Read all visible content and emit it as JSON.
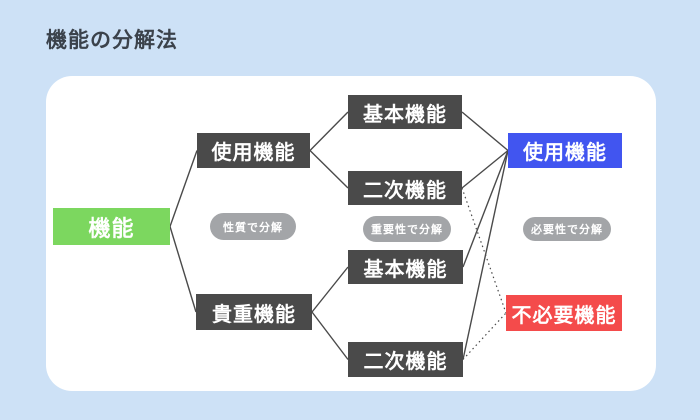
{
  "page": {
    "title": "機能の分解法"
  },
  "colors": {
    "background": "#cde1f6",
    "card": "#ffffff",
    "title_text": "#3b424b",
    "node_dark": "#4a4a4a",
    "node_green": "#7cd75f",
    "node_blue": "#4155f0",
    "node_red": "#f44b4b",
    "pill_gray": "#a3a5a8",
    "edge_line": "#4a4a4a"
  },
  "diagram": {
    "nodes": {
      "root": {
        "label": "機能",
        "color": "#7cd75f"
      },
      "use": {
        "label": "使用機能",
        "color": "#4a4a4a"
      },
      "value": {
        "label": "貴重機能",
        "color": "#4a4a4a"
      },
      "basic_top": {
        "label": "基本機能",
        "color": "#4a4a4a"
      },
      "secondary_top": {
        "label": "二次機能",
        "color": "#4a4a4a"
      },
      "basic_btm": {
        "label": "基本機能",
        "color": "#4a4a4a"
      },
      "secondary_btm": {
        "label": "二次機能",
        "color": "#4a4a4a"
      },
      "use2": {
        "label": "使用機能",
        "color": "#4155f0"
      },
      "unnecessary": {
        "label": "不必要機能",
        "color": "#f44b4b"
      }
    },
    "pills": [
      {
        "text": "性質で分解"
      },
      {
        "text": "重要性で分解"
      },
      {
        "text": "必要性で分解"
      }
    ],
    "edges": [
      {
        "from": "root",
        "to": "use",
        "style": "solid"
      },
      {
        "from": "root",
        "to": "value",
        "style": "solid"
      },
      {
        "from": "use",
        "to": "basic_top",
        "style": "solid"
      },
      {
        "from": "use",
        "to": "secondary_top",
        "style": "solid"
      },
      {
        "from": "value",
        "to": "basic_btm",
        "style": "solid"
      },
      {
        "from": "value",
        "to": "secondary_btm",
        "style": "solid"
      },
      {
        "from": "basic_top",
        "to": "use2",
        "style": "solid"
      },
      {
        "from": "secondary_top",
        "to": "use2",
        "style": "solid"
      },
      {
        "from": "basic_btm",
        "to": "use2",
        "style": "solid"
      },
      {
        "from": "secondary_btm",
        "to": "use2",
        "style": "solid"
      },
      {
        "from": "secondary_top",
        "to": "unnecessary",
        "style": "dotted"
      },
      {
        "from": "secondary_btm",
        "to": "unnecessary",
        "style": "dotted"
      }
    ]
  }
}
